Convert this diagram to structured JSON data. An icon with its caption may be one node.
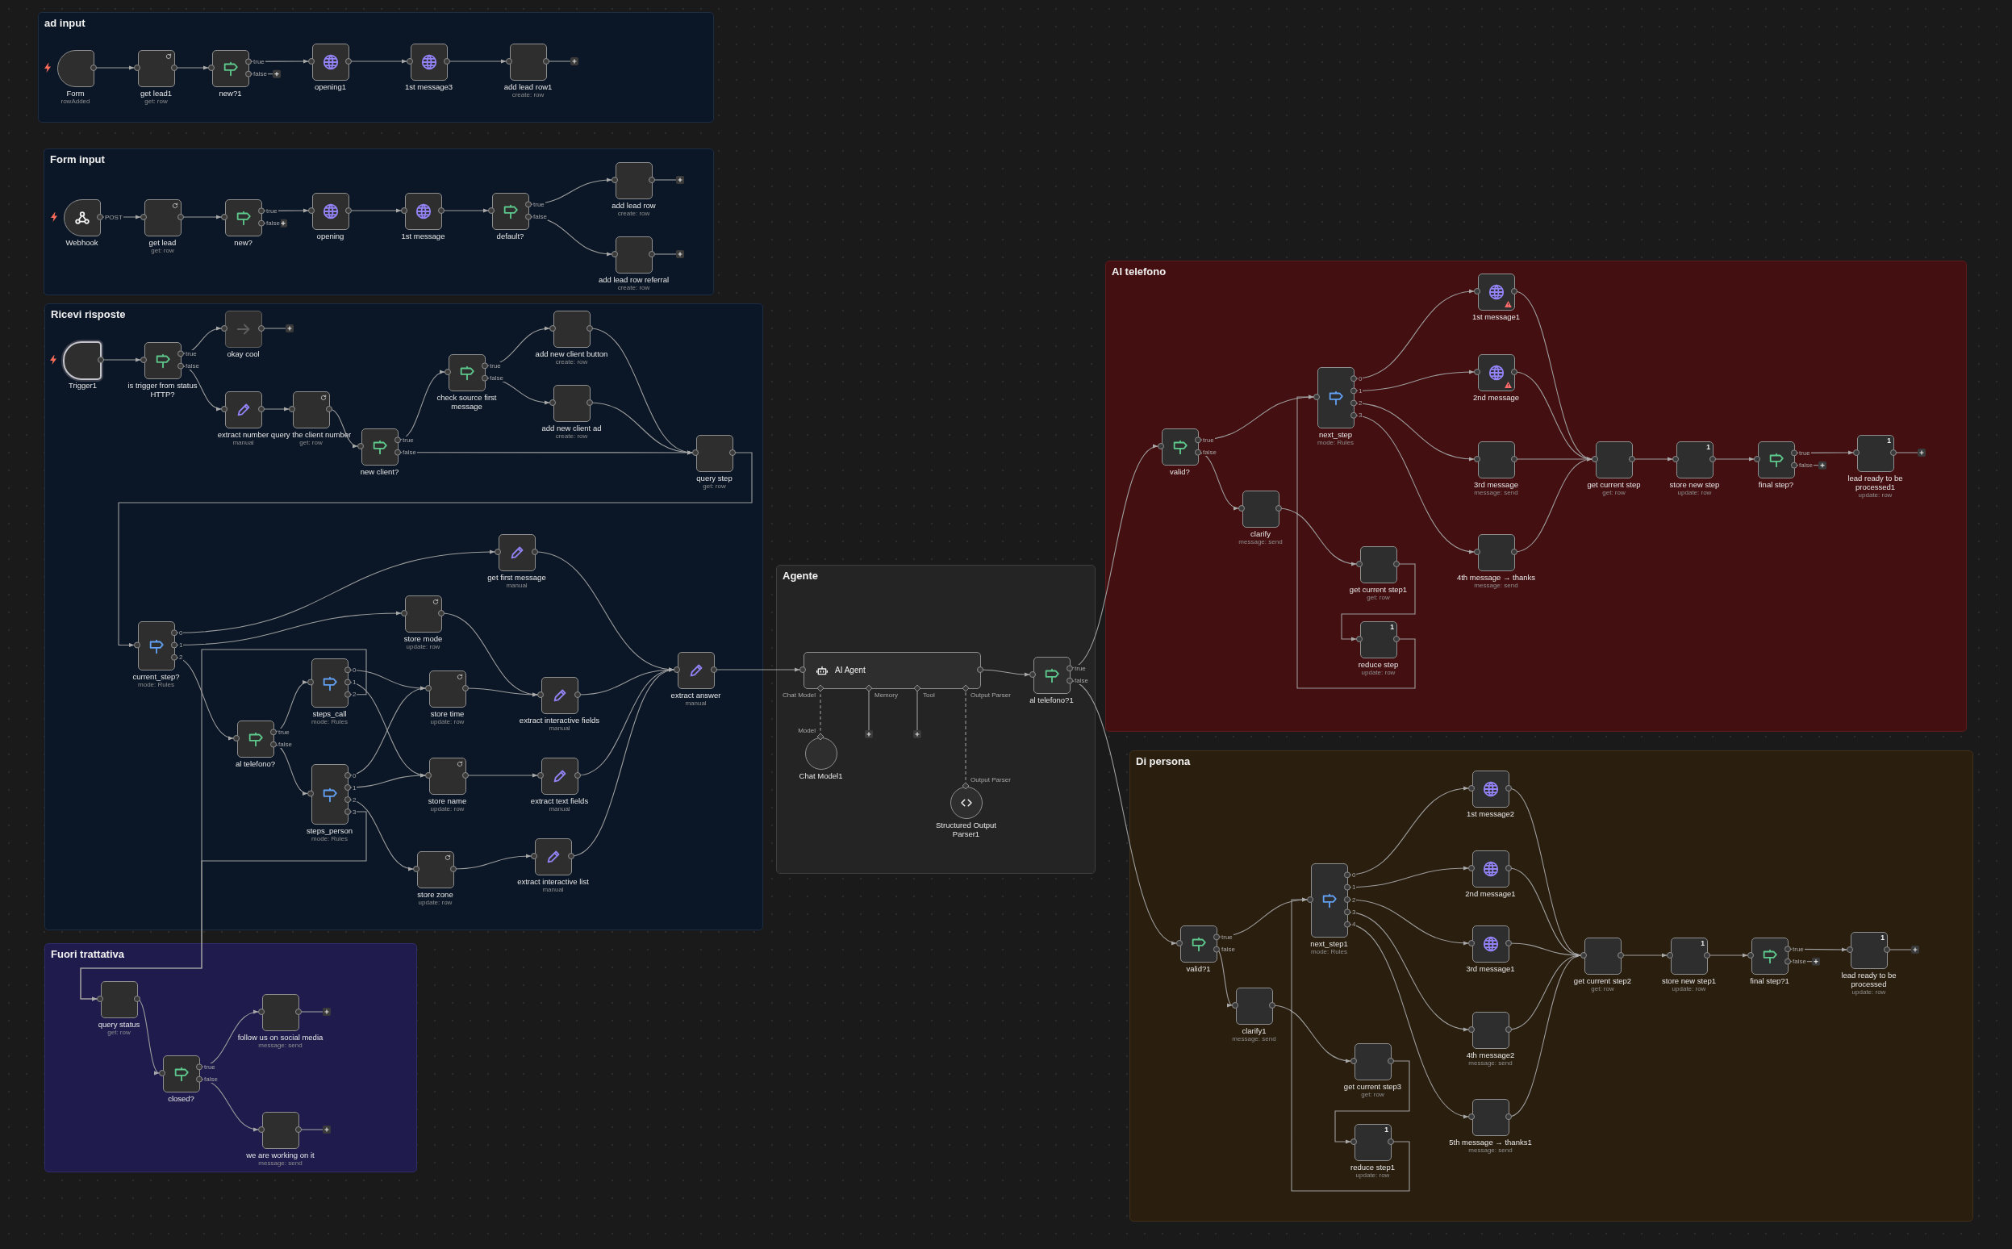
{
  "diagram": {
    "nodes": [
      {
        "text": [
          "ad input"
        ]
      },
      {
        "text": [
          "Form",
          "rowAdded"
        ],
        "in": 0
      },
      {
        "text": [
          "get lead1",
          "get: row"
        ],
        "in": 0
      },
      {
        "text": [
          "new?1"
        ],
        "in": 0
      },
      {
        "text": [
          "opening1"
        ],
        "in": 0
      },
      {
        "text": [
          "1st message3"
        ],
        "in": 0
      },
      {
        "text": [
          "add lead row1",
          "create: row"
        ],
        "in": 0
      },
      {
        "text": [
          "Form input"
        ]
      },
      {
        "text": [
          "Webhook"
        ],
        "in": 7
      },
      {
        "text": [
          "get lead",
          "get: row"
        ],
        "in": 7
      },
      {
        "text": [
          "new?"
        ],
        "in": 7
      },
      {
        "text": [
          "opening"
        ],
        "in": 7
      },
      {
        "text": [
          "1st message"
        ],
        "in": 7
      },
      {
        "text": [
          "default?"
        ],
        "in": 7
      },
      {
        "text": [
          "add lead row",
          "create: row"
        ],
        "in": 7
      },
      {
        "text": [
          "add lead row referral",
          "create: row"
        ],
        "in": 7
      },
      {
        "text": [
          "Ricevi risposte"
        ]
      },
      {
        "text": [
          "Trigger1"
        ],
        "in": 16
      },
      {
        "text": [
          "is trigger from status HTTP?"
        ],
        "in": 16
      },
      {
        "text": [
          "okay cool"
        ],
        "in": 16
      },
      {
        "text": [
          "extract number",
          "manual"
        ],
        "in": 16
      },
      {
        "text": [
          "query the client number",
          "get: row"
        ],
        "in": 16
      },
      {
        "text": [
          "new client?"
        ],
        "in": 16
      },
      {
        "text": [
          "check source first message"
        ],
        "in": 16
      },
      {
        "text": [
          "add new client button",
          "create: row"
        ],
        "in": 16
      },
      {
        "text": [
          "add new client ad",
          "create: row"
        ],
        "in": 16
      },
      {
        "text": [
          "query step",
          "get: row"
        ],
        "in": 16
      },
      {
        "text": [
          "current_step?",
          "mode: Rules"
        ],
        "in": 16
      },
      {
        "text": [
          "get first message",
          "manual"
        ],
        "in": 16
      },
      {
        "text": [
          "store mode",
          "update: row"
        ],
        "in": 16
      },
      {
        "text": [
          "al telefono?"
        ],
        "in": 16
      },
      {
        "text": [
          "steps_call",
          "mode: Rules"
        ],
        "in": 16
      },
      {
        "text": [
          "steps_person",
          "mode: Rules"
        ],
        "in": 16
      },
      {
        "text": [
          "store time",
          "update: row"
        ],
        "in": 16
      },
      {
        "text": [
          "store name",
          "update: row"
        ],
        "in": 16
      },
      {
        "text": [
          "store zone",
          "update: row"
        ],
        "in": 16
      },
      {
        "text": [
          "extract interactive fields",
          "manual"
        ],
        "in": 16
      },
      {
        "text": [
          "extract text fields",
          "manual"
        ],
        "in": 16
      },
      {
        "text": [
          "extract interactive list",
          "manual"
        ],
        "in": 16
      },
      {
        "text": [
          "extract answer",
          "manual"
        ],
        "in": 16
      },
      {
        "text": [
          "Fuori trattativa"
        ]
      },
      {
        "text": [
          "query status",
          "get: row"
        ],
        "in": 40
      },
      {
        "text": [
          "closed?"
        ],
        "in": 40
      },
      {
        "text": [
          "follow us on social media",
          "message: send"
        ],
        "in": 40
      },
      {
        "text": [
          "we are working on it",
          "message: send"
        ],
        "in": 40
      },
      {
        "text": [
          "Agente"
        ]
      },
      {
        "text": [
          "AI Agent"
        ],
        "in": 45
      },
      {
        "text": [
          "Chat Model1"
        ],
        "in": 45
      },
      {
        "text": [
          "Structured Output Parser1"
        ],
        "in": 45
      },
      {
        "text": [
          "al telefono?1"
        ],
        "in": 45
      },
      {
        "text": [
          "Al telefono"
        ]
      },
      {
        "text": [
          "valid?"
        ],
        "in": 50
      },
      {
        "text": [
          "clarify",
          "message: send"
        ],
        "in": 50
      },
      {
        "text": [
          "next_step",
          "mode: Rules"
        ],
        "in": 50
      },
      {
        "text": [
          "1st message1"
        ],
        "in": 50
      },
      {
        "text": [
          "2nd message"
        ],
        "in": 50
      },
      {
        "text": [
          "3rd message",
          "message: send"
        ],
        "in": 50
      },
      {
        "text": [
          "4th message → thanks",
          "message: send"
        ],
        "in": 50
      },
      {
        "text": [
          "get current step1",
          "get: row"
        ],
        "in": 50
      },
      {
        "text": [
          "1",
          "reduce step",
          "update: row"
        ],
        "in": 50
      },
      {
        "text": [
          "get current step",
          "get: row"
        ],
        "in": 50
      },
      {
        "text": [
          "1",
          "store new step",
          "update: row"
        ],
        "in": 50
      },
      {
        "text": [
          "final step?"
        ],
        "in": 50
      },
      {
        "text": [
          "1",
          "lead ready to be processed1",
          "update: row"
        ],
        "in": 50
      },
      {
        "text": [
          "Di persona"
        ]
      },
      {
        "text": [
          "valid?1"
        ],
        "in": 64
      },
      {
        "text": [
          "clarify1",
          "message: send"
        ],
        "in": 64
      },
      {
        "text": [
          "next_step1",
          "mode: Rules"
        ],
        "in": 64
      },
      {
        "text": [
          "1st message2"
        ],
        "in": 64
      },
      {
        "text": [
          "2nd message1"
        ],
        "in": 64
      },
      {
        "text": [
          "3rd message1"
        ],
        "in": 64
      },
      {
        "text": [
          "4th message2",
          "message: send"
        ],
        "in": 64
      },
      {
        "text": [
          "5th message → thanks1",
          "message: send"
        ],
        "in": 64
      },
      {
        "text": [
          "get current step3",
          "get: row"
        ],
        "in": 64
      },
      {
        "text": [
          "1",
          "reduce step1",
          "update: row"
        ],
        "in": 64
      },
      {
        "text": [
          "get current step2",
          "get: row"
        ],
        "in": 64
      },
      {
        "text": [
          "1",
          "store new step1",
          "update: row"
        ],
        "in": 64
      },
      {
        "text": [
          "final step?1"
        ],
        "in": 64
      },
      {
        "text": [
          "1",
          "lead ready to be processed",
          "update: row"
        ],
        "in": 64
      }
    ],
    "edges": [
      {
        "from": 1,
        "to": 2,
        "arrow": "to"
      },
      {
        "from": 2,
        "to": 3,
        "arrow": "to"
      },
      {
        "from": 3,
        "to": 4,
        "arrow": "to",
        "label": "true"
      },
      {
        "from": 3,
        "to": null,
        "arrow": "none",
        "label": "false"
      },
      {
        "from": 4,
        "to": 5,
        "arrow": "to"
      },
      {
        "from": 5,
        "to": 6,
        "arrow": "to"
      },
      {
        "from": 6,
        "to": null,
        "arrow": "none"
      },
      {
        "from": 8,
        "to": 9,
        "arrow": "to",
        "label": "POST"
      },
      {
        "from": 9,
        "to": 10,
        "arrow": "to"
      },
      {
        "from": 10,
        "to": 11,
        "arrow": "to",
        "label": "true"
      },
      {
        "from": 10,
        "to": null,
        "arrow": "none",
        "label": "false"
      },
      {
        "from": 11,
        "to": 12,
        "arrow": "to"
      },
      {
        "from": 12,
        "to": 13,
        "arrow": "to"
      },
      {
        "from": 13,
        "to": 14,
        "arrow": "to",
        "label": "true"
      },
      {
        "from": 13,
        "to": 15,
        "arrow": "to",
        "label": "false"
      },
      {
        "from": 14,
        "to": null,
        "arrow": "none"
      },
      {
        "from": 15,
        "to": null,
        "arrow": "none"
      },
      {
        "from": 17,
        "to": 18,
        "arrow": "to"
      },
      {
        "from": 18,
        "to": 19,
        "arrow": "to",
        "label": "true"
      },
      {
        "from": 19,
        "to": null,
        "arrow": "none"
      },
      {
        "from": 18,
        "to": 20,
        "arrow": "to",
        "label": "false"
      },
      {
        "from": 20,
        "to": 21,
        "arrow": "to"
      },
      {
        "from": 21,
        "to": 22,
        "arrow": "to"
      },
      {
        "from": 22,
        "to": 23,
        "arrow": "to",
        "label": "true"
      },
      {
        "from": 22,
        "to": 26,
        "arrow": "to",
        "label": "false"
      },
      {
        "from": 23,
        "to": 24,
        "arrow": "to",
        "label": "true"
      },
      {
        "from": 23,
        "to": 25,
        "arrow": "to",
        "label": "false"
      },
      {
        "from": 24,
        "to": 26,
        "arrow": "to"
      },
      {
        "from": 25,
        "to": 26,
        "arrow": "to"
      },
      {
        "from": 26,
        "to": 27,
        "arrow": "to"
      },
      {
        "from": 27,
        "to": 28,
        "arrow": "to",
        "label": "0"
      },
      {
        "from": 27,
        "to": 29,
        "arrow": "to",
        "label": "1"
      },
      {
        "from": 27,
        "to": 30,
        "arrow": "to",
        "label": "2"
      },
      {
        "from": 28,
        "to": 39,
        "arrow": "to"
      },
      {
        "from": 29,
        "to": 36,
        "arrow": "to"
      },
      {
        "from": 30,
        "to": 31,
        "arrow": "to",
        "label": "true"
      },
      {
        "from": 30,
        "to": 32,
        "arrow": "to",
        "label": "false"
      },
      {
        "from": 31,
        "to": 33,
        "arrow": "to",
        "label": "0"
      },
      {
        "from": 31,
        "to": 34,
        "arrow": "to",
        "label": "1"
      },
      {
        "from": 31,
        "to": 41,
        "arrow": "to",
        "label": "2"
      },
      {
        "from": 32,
        "to": 33,
        "arrow": "to",
        "label": "0"
      },
      {
        "from": 32,
        "to": 34,
        "arrow": "to",
        "label": "1"
      },
      {
        "from": 32,
        "to": 35,
        "arrow": "to",
        "label": "2"
      },
      {
        "from": 32,
        "to": 41,
        "arrow": "to",
        "label": "3"
      },
      {
        "from": 33,
        "to": 36,
        "arrow": "to"
      },
      {
        "from": 34,
        "to": 37,
        "arrow": "to"
      },
      {
        "from": 35,
        "to": 38,
        "arrow": "to"
      },
      {
        "from": 36,
        "to": 39,
        "arrow": "to"
      },
      {
        "from": 37,
        "to": 39,
        "arrow": "to"
      },
      {
        "from": 38,
        "to": 39,
        "arrow": "to"
      },
      {
        "from": 41,
        "to": 42,
        "arrow": "to"
      },
      {
        "from": 42,
        "to": 43,
        "arrow": "to",
        "label": "true"
      },
      {
        "from": 42,
        "to": 44,
        "arrow": "to",
        "label": "false"
      },
      {
        "from": 43,
        "to": null,
        "arrow": "none"
      },
      {
        "from": 44,
        "to": null,
        "arrow": "none"
      },
      {
        "from": 39,
        "to": 46,
        "arrow": "to"
      },
      {
        "from": 47,
        "to": 46,
        "arrow": "none",
        "style": "dashed"
      },
      {
        "from": 46,
        "to": null,
        "arrow": "none",
        "label": "Memory"
      },
      {
        "from": 46,
        "to": null,
        "arrow": "none",
        "label": "Tool"
      },
      {
        "from": 48,
        "to": 46,
        "arrow": "none",
        "style": "dashed"
      },
      {
        "from": 46,
        "to": 49,
        "arrow": "to"
      },
      {
        "from": 49,
        "to": 51,
        "arrow": "to",
        "label": "true"
      },
      {
        "from": 49,
        "to": 65,
        "arrow": "to",
        "label": "false"
      },
      {
        "from": 51,
        "to": 53,
        "arrow": "to",
        "label": "true"
      },
      {
        "from": 51,
        "to": 52,
        "arrow": "to",
        "label": "false"
      },
      {
        "from": 53,
        "to": 54,
        "arrow": "to",
        "label": "0"
      },
      {
        "from": 53,
        "to": 55,
        "arrow": "to",
        "label": "1"
      },
      {
        "from": 53,
        "to": 56,
        "arrow": "to",
        "label": "2"
      },
      {
        "from": 53,
        "to": 57,
        "arrow": "to",
        "label": "3"
      },
      {
        "from": 52,
        "to": 58,
        "arrow": "to"
      },
      {
        "from": 58,
        "to": 59,
        "arrow": "to"
      },
      {
        "from": 59,
        "to": 53,
        "arrow": "to"
      },
      {
        "from": 54,
        "to": 60,
        "arrow": "to"
      },
      {
        "from": 55,
        "to": 60,
        "arrow": "to"
      },
      {
        "from": 56,
        "to": 60,
        "arrow": "to"
      },
      {
        "from": 57,
        "to": 60,
        "arrow": "to"
      },
      {
        "from": 60,
        "to": 61,
        "arrow": "to"
      },
      {
        "from": 61,
        "to": 62,
        "arrow": "to"
      },
      {
        "from": 62,
        "to": 63,
        "arrow": "to",
        "label": "true"
      },
      {
        "from": 62,
        "to": null,
        "arrow": "none",
        "label": "false"
      },
      {
        "from": 63,
        "to": null,
        "arrow": "none"
      },
      {
        "from": 65,
        "to": 67,
        "arrow": "to",
        "label": "true"
      },
      {
        "from": 65,
        "to": 66,
        "arrow": "to",
        "label": "false"
      },
      {
        "from": 67,
        "to": 68,
        "arrow": "to",
        "label": "0"
      },
      {
        "from": 67,
        "to": 69,
        "arrow": "to",
        "label": "1"
      },
      {
        "from": 67,
        "to": 70,
        "arrow": "to",
        "label": "2"
      },
      {
        "from": 67,
        "to": 71,
        "arrow": "to",
        "label": "3"
      },
      {
        "from": 67,
        "to": 72,
        "arrow": "to",
        "label": "4"
      },
      {
        "from": 66,
        "to": 73,
        "arrow": "to"
      },
      {
        "from": 73,
        "to": 74,
        "arrow": "to"
      },
      {
        "from": 74,
        "to": 67,
        "arrow": "to"
      },
      {
        "from": 68,
        "to": 75,
        "arrow": "to"
      },
      {
        "from": 69,
        "to": 75,
        "arrow": "to"
      },
      {
        "from": 70,
        "to": 75,
        "arrow": "to"
      },
      {
        "from": 71,
        "to": 75,
        "arrow": "to"
      },
      {
        "from": 72,
        "to": 75,
        "arrow": "to"
      },
      {
        "from": 75,
        "to": 76,
        "arrow": "to"
      },
      {
        "from": 76,
        "to": 77,
        "arrow": "to"
      },
      {
        "from": 77,
        "to": 78,
        "arrow": "to",
        "label": "true"
      },
      {
        "from": 77,
        "to": null,
        "arrow": "none",
        "label": "false"
      },
      {
        "from": 78,
        "to": null,
        "arrow": "none"
      }
    ],
    "labels": [
      "Chat Model",
      "Output Parser",
      "Model",
      "Output Parser"
    ]
  }
}
